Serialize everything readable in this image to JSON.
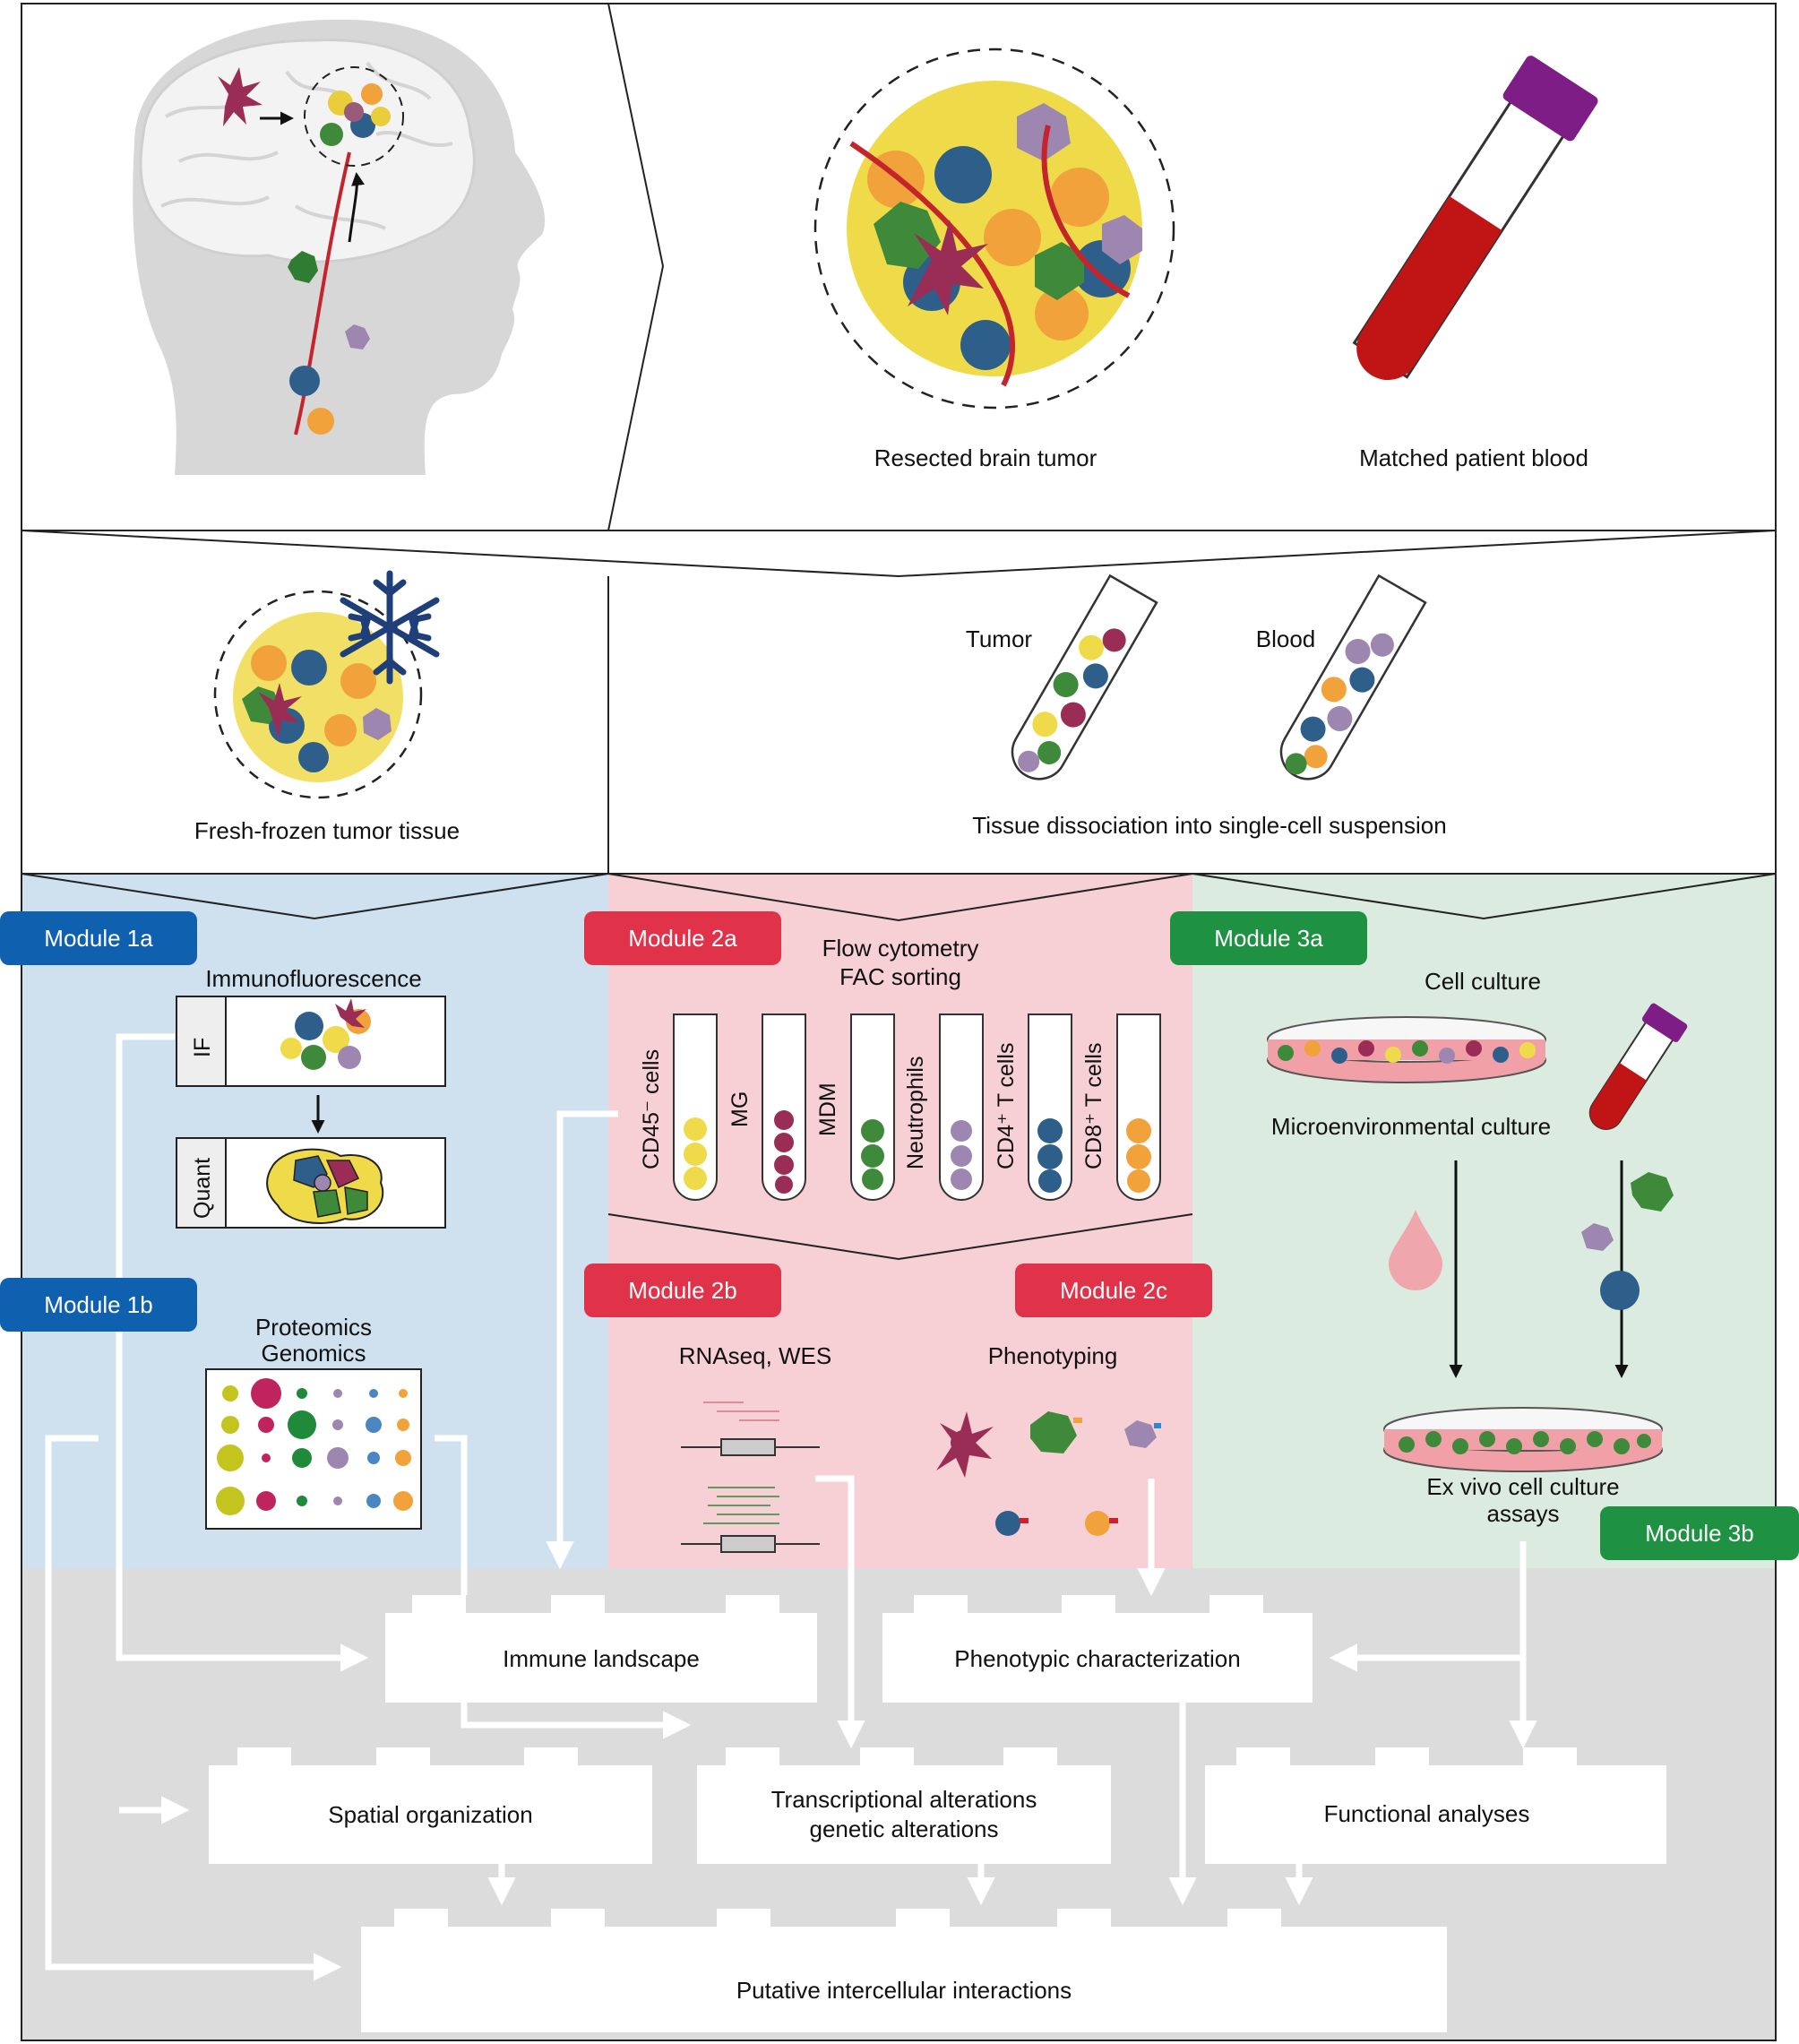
{
  "top": {
    "resected_label": "Resected brain tumor",
    "blood_label": "Matched patient blood"
  },
  "middle": {
    "frozen_label": "Fresh-frozen tumor tissue",
    "tube_tumor": "Tumor",
    "tube_blood": "Blood",
    "dissociation_label": "Tissue dissociation into single-cell suspension"
  },
  "modules": {
    "m1a": "Module 1a",
    "m1b": "Module 1b",
    "m2a": "Module 2a",
    "m2b": "Module 2b",
    "m2c": "Module 2c",
    "m3a": "Module 3a",
    "m3b": "Module 3b"
  },
  "module1": {
    "if_title": "Immunofluorescence",
    "if_tag": "IF",
    "quant_tag": "Quant",
    "omics_line1": "Proteomics",
    "omics_line2": "Genomics"
  },
  "module2": {
    "flow_line1": "Flow cytometry",
    "flow_line2": "FAC sorting",
    "tubes": [
      "CD45⁻ cells",
      "MG",
      "MDM",
      "Neutrophils",
      "CD4⁺ T cells",
      "CD8⁺ T cells"
    ],
    "rnaseq_label": "RNAseq, WES",
    "phenotyping_label": "Phenotyping"
  },
  "module3": {
    "culture_title": "Cell culture",
    "micro_label": "Microenvironmental culture",
    "exvivo_line1": "Ex vivo cell culture",
    "exvivo_line2": "assays"
  },
  "outputs": {
    "immune": "Immune landscape",
    "phenotypic": "Phenotypic characterization",
    "spatial": "Spatial organization",
    "transcriptional_line1": "Transcriptional alterations",
    "transcriptional_line2": "genetic alterations",
    "functional": "Functional analyses",
    "interactions": "Putative intercellular interactions"
  },
  "colors": {
    "blue_bg": "#cfe0ee",
    "red_bg": "#f6d0d4",
    "green_bg": "#dcebdf",
    "gray_bg": "#dcdcdc",
    "module_blue": "#1060b0",
    "module_red": "#e0334a",
    "module_green": "#1e9142"
  }
}
